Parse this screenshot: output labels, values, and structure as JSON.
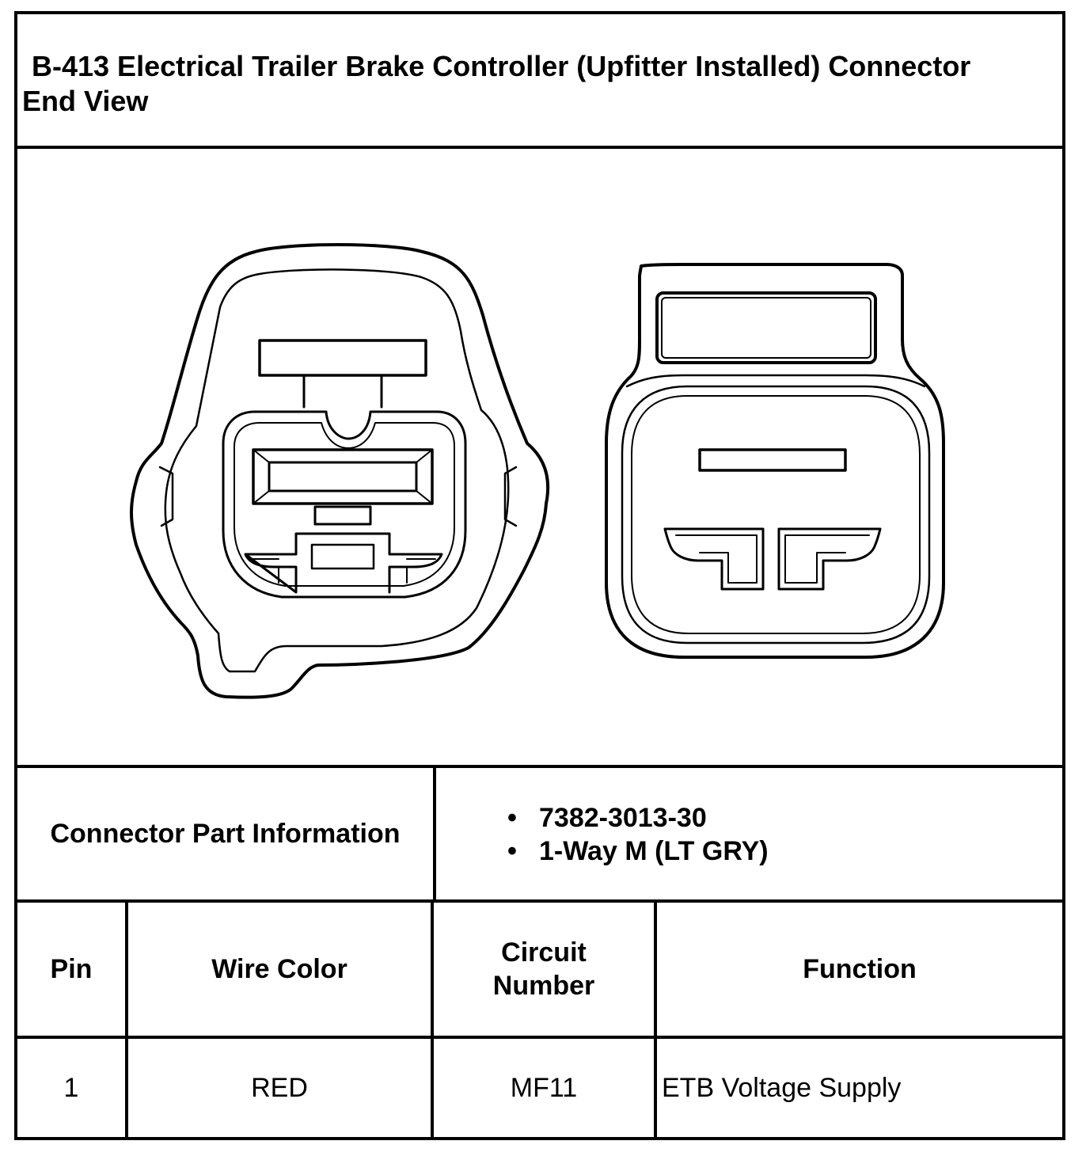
{
  "title": {
    "line1": "B-413 Electrical Trailer Brake Controller (Upfitter Installed) Connector",
    "line2": "End View"
  },
  "connector_info": {
    "label": "Connector Part Information",
    "items": [
      "7382-3013-30",
      "1-Way M (LT GRY)"
    ]
  },
  "table": {
    "headers": {
      "pin": "Pin",
      "wire_color": "Wire Color",
      "circuit_line1": "Circuit",
      "circuit_line2": "Number",
      "function": "Function"
    },
    "rows": [
      {
        "pin": "1",
        "wire_color": "RED",
        "circuit": "MF11",
        "function": "ETB Voltage Supply"
      }
    ]
  }
}
